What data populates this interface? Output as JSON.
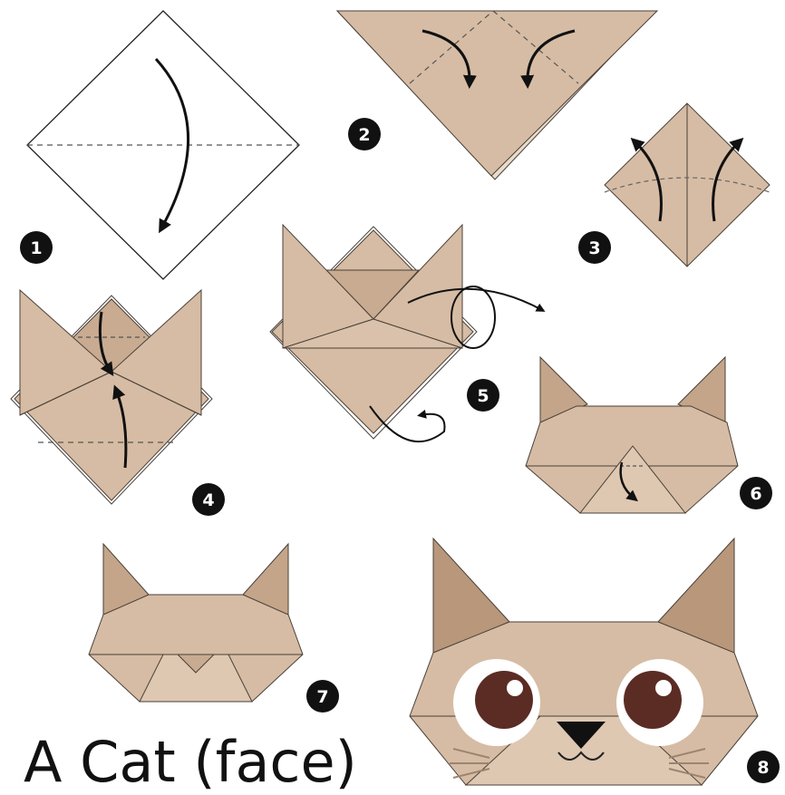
{
  "title": "A Cat (face)",
  "steps": [
    {
      "number": "1"
    },
    {
      "number": "2"
    },
    {
      "number": "3"
    },
    {
      "number": "4"
    },
    {
      "number": "5"
    },
    {
      "number": "6"
    },
    {
      "number": "7"
    },
    {
      "number": "8"
    }
  ],
  "colors": {
    "paper": "#d6bca4",
    "paper_light": "#dec8b2",
    "paper_dark": "#b8977b",
    "paper_shadow": "#c8ab91",
    "outline": "#4a4038",
    "arrow": "#111111",
    "badge": "#111111",
    "eye_iris": "#5b2c24",
    "nose": "#111111"
  }
}
